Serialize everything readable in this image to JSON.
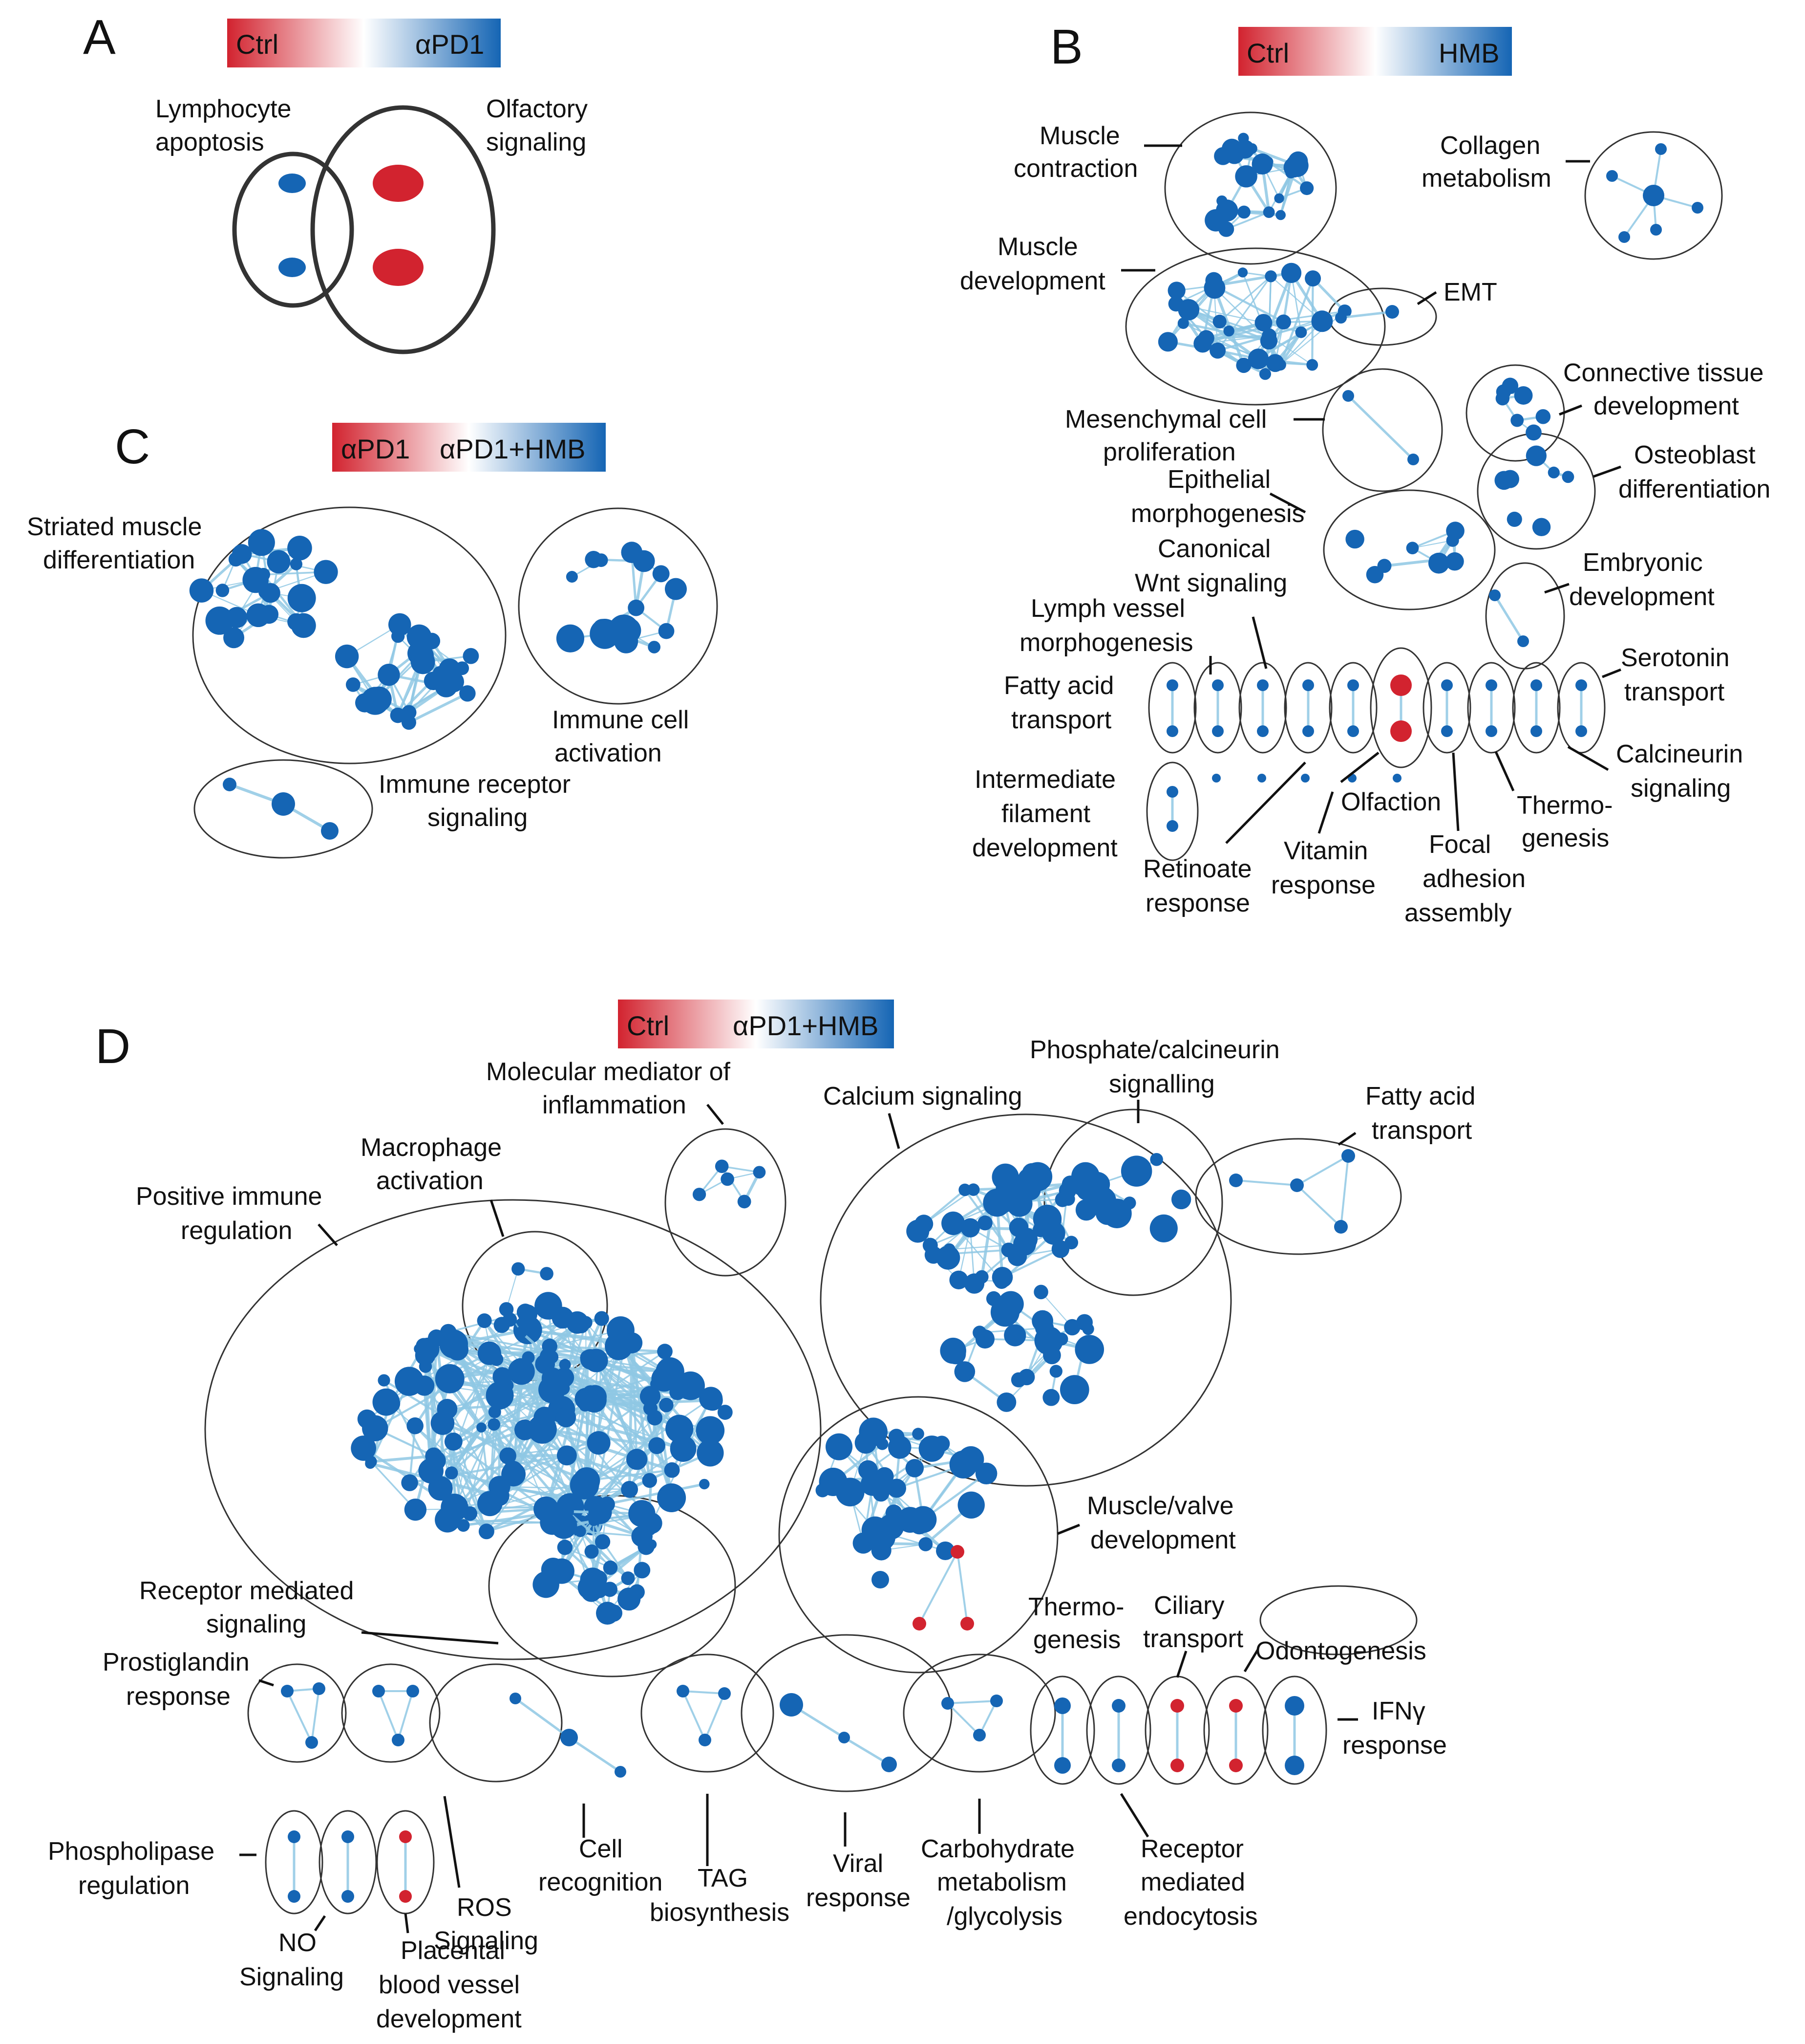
{
  "colors": {
    "red": "#d2232f",
    "blue": "#1565b4",
    "edge": "#8fc8e4"
  },
  "panelA": {
    "letter": "A",
    "legend": {
      "left": "Ctrl",
      "right": "αPD1"
    },
    "labels": {
      "lymph_1": "Lymphocyte",
      "lymph_2": "apoptosis",
      "olf_1": "Olfactory",
      "olf_2": "signaling"
    }
  },
  "panelB": {
    "letter": "B",
    "legend": {
      "left": "Ctrl",
      "right": "HMB"
    },
    "labels": {
      "muscle_contraction_1": "Muscle",
      "muscle_contraction_2": "contraction",
      "collagen_1": "Collagen",
      "collagen_2": "metabolism",
      "muscle_dev_1": "Muscle",
      "muscle_dev_2": "development",
      "emt": "EMT",
      "connective_1": "Connective tissue",
      "connective_2": "development",
      "mesenchymal_1": "Mesenchymal cell",
      "mesenchymal_2": "proliferation",
      "osteoblast_1": "Osteoblast",
      "osteoblast_2": "differentiation",
      "epithelial_1": "Epithelial",
      "epithelial_2": "morphogenesis",
      "wnt_1": "Canonical",
      "wnt_2": "Wnt signaling",
      "embryonic_1": "Embryonic",
      "embryonic_2": "development",
      "lymph_vessel_1": "Lymph vessel",
      "lymph_vessel_2": "morphogenesis",
      "fatty_1": "Fatty acid",
      "fatty_2": "transport",
      "serotonin_1": "Serotonin",
      "serotonin_2": "transport",
      "calcineurin_1": "Calcineurin",
      "calcineurin_2": "signaling",
      "intermediate_1": "Intermediate",
      "intermediate_2": "filament",
      "intermediate_3": "development",
      "olfaction": "Olfaction",
      "thermo_1": "Thermo-",
      "thermo_2": "genesis",
      "retinoate_1": "Retinoate",
      "retinoate_2": "response",
      "vitamin_1": "Vitamin",
      "vitamin_2": "response",
      "focal_1": "Focal",
      "focal_2": "adhesion",
      "focal_3": "assembly"
    }
  },
  "panelC": {
    "letter": "C",
    "legend": {
      "left": "αPD1",
      "right": "αPD1+HMB"
    },
    "labels": {
      "striated_1": "Striated muscle",
      "striated_2": "differentiation",
      "immune_act_1": "Immune cell",
      "immune_act_2": "activation",
      "immune_rec_1": "Immune receptor",
      "immune_rec_2": "signaling"
    }
  },
  "panelD": {
    "letter": "D",
    "legend": {
      "left": "Ctrl",
      "right": "αPD1+HMB"
    },
    "labels": {
      "mol_med_1": "Molecular mediator of",
      "mol_med_2": "inflammation",
      "phos_calc_1": "Phosphate/calcineurin",
      "phos_calc_2": "signalling",
      "macrophage_1": "Macrophage",
      "macrophage_2": "activation",
      "calcium": "Calcium signaling",
      "fatty_1": "Fatty acid",
      "fatty_2": "transport",
      "pos_imm_1": "Positive immune",
      "pos_imm_2": "regulation",
      "muscle_valve_1": "Muscle/valve",
      "muscle_valve_2": "development",
      "receptor_sig_1": "Receptor mediated",
      "receptor_sig_2": "signaling",
      "thermo_1": "Thermo-",
      "thermo_2": "genesis",
      "ciliary_1": "Ciliary",
      "ciliary_2": "transport",
      "odontogenesis": "Odontogenesis",
      "prostaglandin_1": "Prostiglandin",
      "prostaglandin_2": "response",
      "ifng_1": "IFNγ",
      "ifng_2": "response",
      "phospholipase_1": "Phospholipase",
      "phospholipase_2": "regulation",
      "ros_1": "ROS",
      "ros_2": "Signaling",
      "cell_rec_1": "Cell",
      "cell_rec_2": "recognition",
      "tag_1": "TAG",
      "tag_2": "biosynthesis",
      "viral_1": "Viral",
      "viral_2": "response",
      "carb_1": "Carbohydrate",
      "carb_2": "metabolism",
      "carb_3": "/glycolysis",
      "rme_1": "Receptor",
      "rme_2": "mediated",
      "rme_3": "endocytosis",
      "no_1": "NO",
      "no_2": "Signaling",
      "placental_1": "Placental",
      "placental_2": "blood vessel",
      "placental_3": "development"
    }
  }
}
